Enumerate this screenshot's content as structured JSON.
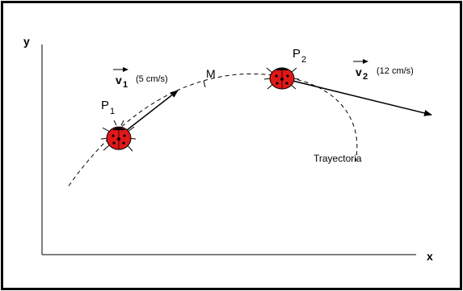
{
  "axes": {
    "x_label": "x",
    "y_label": "y"
  },
  "points": {
    "p1": {
      "letter": "P",
      "sub": "1"
    },
    "p2": {
      "letter": "P",
      "sub": "2"
    },
    "m": "M"
  },
  "vectors": {
    "v1": {
      "letter": "v",
      "sub": "1",
      "value": "(5 cm/s)"
    },
    "v2": {
      "letter": "v",
      "sub": "2",
      "value": "(12 cm/s)"
    }
  },
  "trajectory_label": "Trayectoria",
  "colors": {
    "ink": "#000000",
    "ladybug_red": "#e01818",
    "ladybug_spots": "#000000"
  }
}
